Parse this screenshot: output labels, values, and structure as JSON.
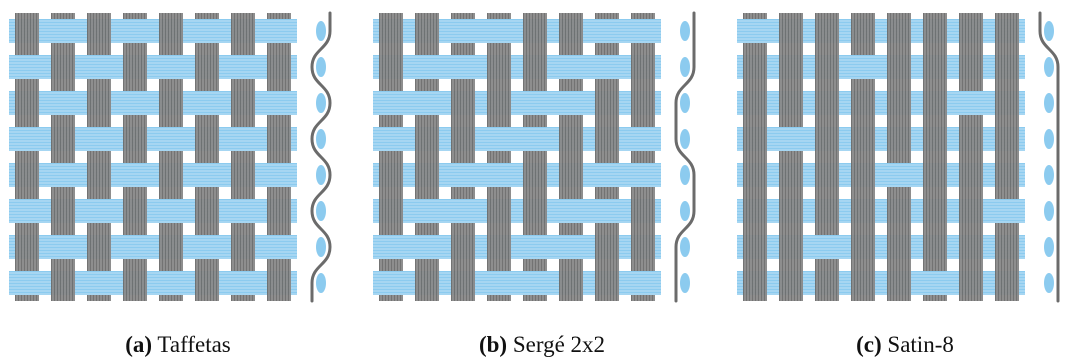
{
  "colors": {
    "warp": "#6b6b6b",
    "weft": "#8ccbef",
    "profile_line": "#6b6b6b",
    "profile_ellipse": "#8ccbef"
  },
  "panels": [
    {
      "tag": "(a)",
      "name": "Taffetas",
      "weave": "plain-1x1",
      "grid_size": 8
    },
    {
      "tag": "(b)",
      "name": "Sergé 2x2",
      "weave": "twill-2x2",
      "grid_size": 8
    },
    {
      "tag": "(c)",
      "name": "Satin-8",
      "weave": "satin-8",
      "grid_size": 8
    }
  ]
}
